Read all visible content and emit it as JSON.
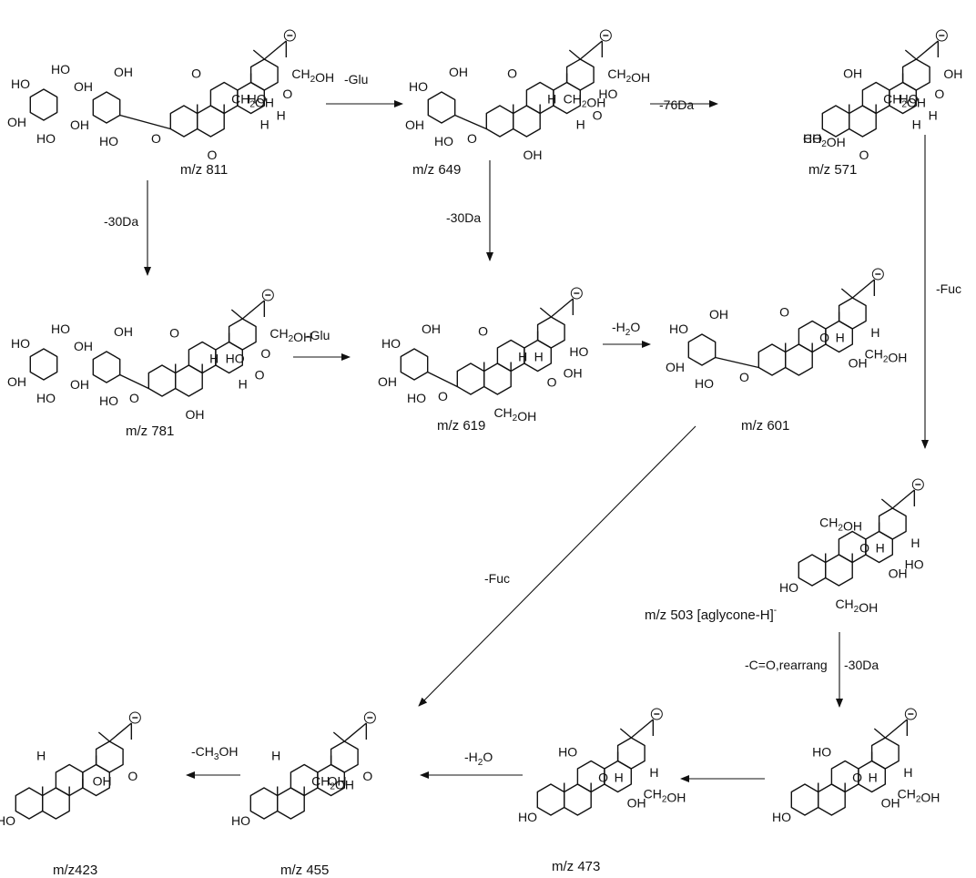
{
  "compounds": [
    {
      "id": "c811",
      "mz": "m/z 811",
      "groups": [
        "HO",
        "OH",
        "HO",
        "HO",
        "OH",
        "OH",
        "HO",
        "OH",
        "O",
        "O",
        "O",
        "HO",
        "CH2OH",
        "H",
        "H",
        "O",
        "CH2OH"
      ]
    },
    {
      "id": "c649",
      "mz": "m/z 649",
      "groups": [
        "HO",
        "OH",
        "HO",
        "OH",
        "O",
        "O",
        "HO",
        "CH2OH",
        "H",
        "H",
        "O",
        "OH",
        "CH2OH"
      ]
    },
    {
      "id": "c571",
      "mz": "m/z 571",
      "groups": [
        "HO",
        "OH",
        "O",
        "HO",
        "CH2OH",
        "H",
        "H",
        "O",
        "OH",
        "CH2OH"
      ]
    },
    {
      "id": "c781",
      "mz": "m/z 781",
      "groups": [
        "HO",
        "OH",
        "HO",
        "HO",
        "OH",
        "OH",
        "HO",
        "OH",
        "O",
        "O",
        "O",
        "HO",
        "H",
        "H",
        "O",
        "OH",
        "CH2OH"
      ]
    },
    {
      "id": "c619",
      "mz": "m/z 619",
      "groups": [
        "HO",
        "OH",
        "HO",
        "OH",
        "O",
        "O",
        "HO",
        "H",
        "H",
        "O",
        "OH",
        "CH2OH"
      ]
    },
    {
      "id": "c601",
      "mz": "m/z 601",
      "groups": [
        "HO",
        "OH",
        "HO",
        "OH",
        "O",
        "O",
        "H",
        "H",
        "O",
        "OH",
        "CH2OH"
      ]
    },
    {
      "id": "c503",
      "mz": "m/z 503 [aglycone-H]",
      "mz_sup": "-",
      "groups": [
        "HO",
        "CH2OH",
        "H",
        "H",
        "O",
        "OH",
        "HO",
        "CH2OH"
      ]
    },
    {
      "id": "c423",
      "mz": "m/z423",
      "groups": [
        "HO",
        "H",
        "O",
        "OH"
      ]
    },
    {
      "id": "c455",
      "mz": "m/z 455",
      "groups": [
        "HO",
        "H",
        "O",
        "OH",
        "CH2OH"
      ]
    },
    {
      "id": "c473",
      "mz": "m/z 473",
      "groups": [
        "HO",
        "HO",
        "H",
        "H",
        "O",
        "OH",
        "CH2OH"
      ]
    },
    {
      "id": "cint",
      "mz": "",
      "groups": [
        "HO",
        "HO",
        "H",
        "H",
        "O",
        "OH",
        "CH2OH"
      ]
    }
  ],
  "steps": {
    "glu1": "-Glu",
    "d76": "-76Da",
    "d30a": "-30Da",
    "d30b": "-30Da",
    "fuc_right": "-Fuc",
    "glu2": "-Glu",
    "h2o_top": "-H2O",
    "fuc_diag": "-Fuc",
    "co_rearr": "-C=O,rearrang",
    "d30c": "-30Da",
    "ch3oh": "-CH3OH",
    "h2o_bottom": "-H2O"
  }
}
